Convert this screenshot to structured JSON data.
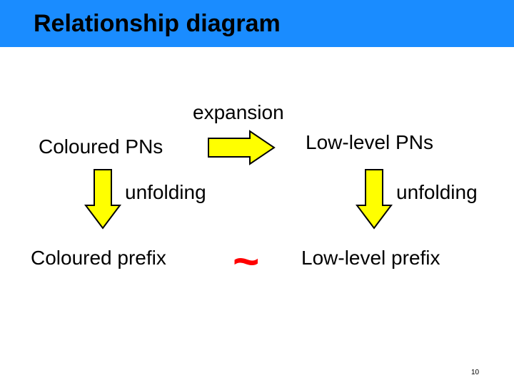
{
  "slide": {
    "title": "Relationship diagram",
    "page_number": "10"
  },
  "diagram": {
    "colored_pns": "Coloured PNs",
    "low_level_pns": "Low-level PNs",
    "expansion_label": "expansion",
    "unfolding_left_label": "unfolding",
    "unfolding_right_label": "unfolding",
    "colored_prefix": "Coloured prefix",
    "low_level_prefix": "Low-level prefix",
    "equivalence_symbol": "~"
  },
  "colors": {
    "title_bar": "#1a8cff",
    "arrow_fill": "#ffff00",
    "arrow_stroke": "#000000",
    "tilde": "#ff0000"
  }
}
